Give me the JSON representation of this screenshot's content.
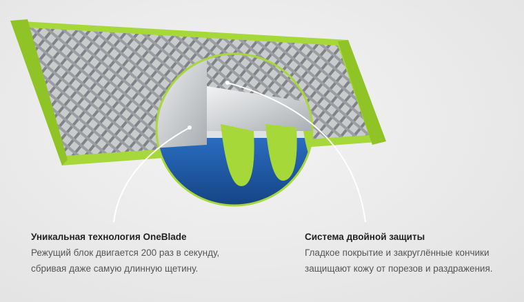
{
  "features": [
    {
      "title": "Уникальная технология OneBlade",
      "line1": "Режущий блок двигается 200 раз в секунду,",
      "line2": "сбривая даже самую длинную щетину."
    },
    {
      "title": "Система двойной защиты",
      "line1": "Гладкое покрытие и закруглённые кончики",
      "line2": "защищают кожу от порезов и раздражения."
    }
  ],
  "colors": {
    "accent_green": "#a6d83a",
    "blade_blue": "#1f5fa8",
    "mesh_gray": "#8e9296"
  }
}
